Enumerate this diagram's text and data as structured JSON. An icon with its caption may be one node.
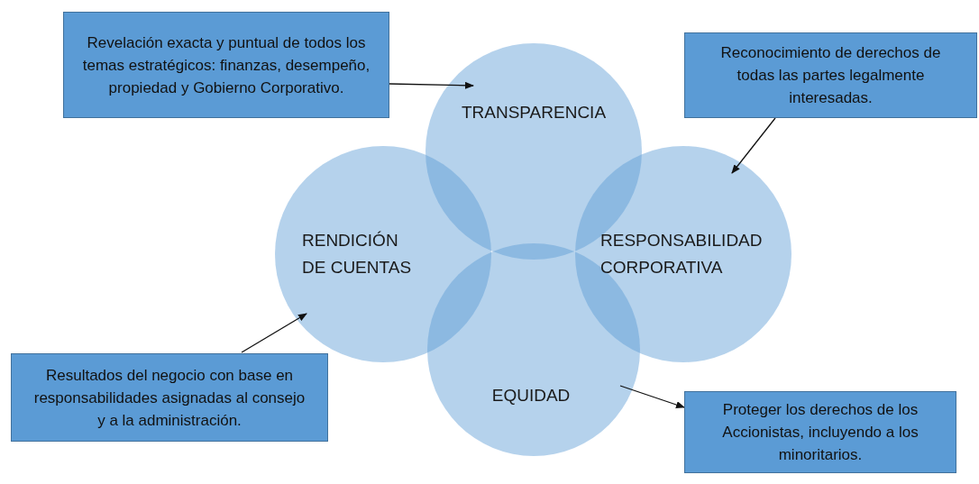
{
  "diagram": {
    "nodes": [
      {
        "text": [
          "Revelación exacta y puntual de todos los temas estratégicos: finanzas, desempeño, propiedad y Gobierno Corporativo."
        ]
      },
      {
        "text": [
          "TRANSPARENCIA"
        ]
      },
      {
        "text": [
          "Reconocimiento de derechos de todas las partes legalmente interesadas."
        ]
      },
      {
        "text": [
          "RENDICIÓN DE CUENTAS"
        ]
      },
      {
        "text": [
          "RESPONSABILIDAD CORPORATIVA"
        ]
      },
      {
        "text": [
          "Resultados del negocio con base en responsabilidades asignadas al consejo y a la administración."
        ]
      },
      {
        "text": [
          "EQUIDAD"
        ]
      },
      {
        "text": [
          "Proteger los derechos de los Accionistas, incluyendo a los minoritarios."
        ]
      }
    ],
    "edges": [
      {
        "from": 0,
        "to": 1,
        "arrow": "to"
      },
      {
        "from": 2,
        "to": 4,
        "arrow": "to"
      },
      {
        "from": 5,
        "to": 3,
        "arrow": "to"
      },
      {
        "from": 6,
        "to": 7,
        "arrow": "to"
      }
    ]
  }
}
